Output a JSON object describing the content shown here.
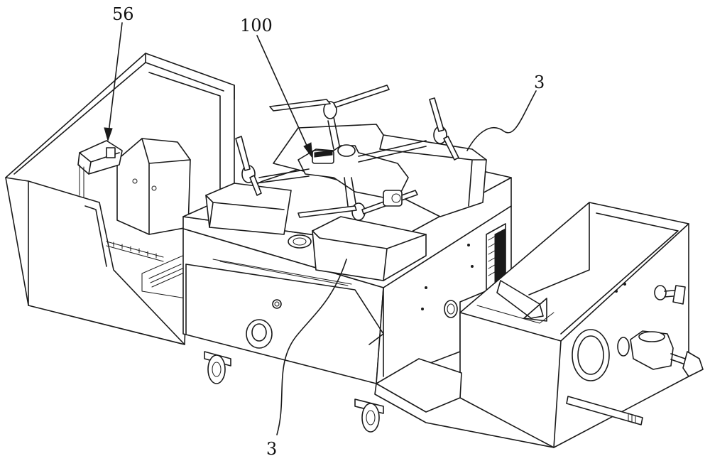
{
  "figure": {
    "labels": {
      "ref_56": "56",
      "ref_100": "100",
      "ref_3_top": "3",
      "ref_3_bottom": "3"
    }
  }
}
